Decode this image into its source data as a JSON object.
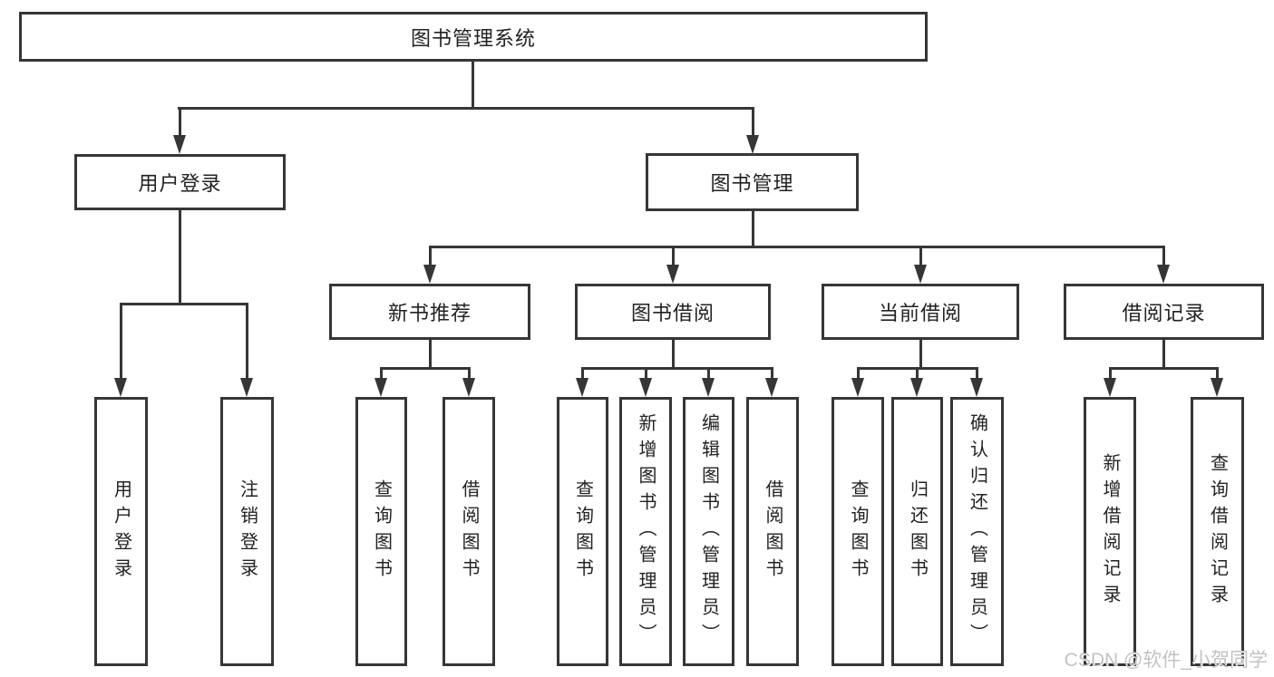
{
  "diagram": {
    "type": "hierarchy-tree",
    "title": "图书管理系统",
    "watermark": "CSDN @软件_小贺同学",
    "colors": {
      "line": "#363636",
      "text": "#222222",
      "background": "#ffffff",
      "watermark": "#c2c2c2"
    },
    "nodes": {
      "root": {
        "label": "图书管理系统"
      },
      "user_login": {
        "label": "用户登录"
      },
      "book_mgmt": {
        "label": "图书管理"
      },
      "new_book_rec": {
        "label": "新书推荐"
      },
      "book_borrow": {
        "label": "图书借阅"
      },
      "current_borrow": {
        "label": "当前借阅"
      },
      "borrow_records": {
        "label": "借阅记录"
      },
      "leaf_user_login": {
        "label": "用户登录"
      },
      "leaf_logout": {
        "label": "注销登录"
      },
      "leaf_nb_query": {
        "label": "查询图书"
      },
      "leaf_nb_borrow": {
        "label": "借阅图书"
      },
      "leaf_bb_query": {
        "label": "查询图书"
      },
      "leaf_bb_add": {
        "label": "新增图书（管理员）"
      },
      "leaf_bb_edit": {
        "label": "编辑图书（管理员）"
      },
      "leaf_bb_borrow": {
        "label": "借阅图书"
      },
      "leaf_cb_query": {
        "label": "查询图书"
      },
      "leaf_cb_return": {
        "label": "归还图书"
      },
      "leaf_cb_confirm": {
        "label": "确认归还（管理员）"
      },
      "leaf_br_add": {
        "label": "新增借阅记录"
      },
      "leaf_br_query": {
        "label": "查询借阅记录"
      }
    },
    "tree": {
      "图书管理系统": {
        "用户登录": [
          "用户登录",
          "注销登录"
        ],
        "图书管理": {
          "新书推荐": [
            "查询图书",
            "借阅图书"
          ],
          "图书借阅": [
            "查询图书",
            "新增图书（管理员）",
            "编辑图书（管理员）",
            "借阅图书"
          ],
          "当前借阅": [
            "查询图书",
            "归还图书",
            "确认归还（管理员）"
          ],
          "借阅记录": [
            "新增借阅记录",
            "查询借阅记录"
          ]
        }
      }
    }
  }
}
